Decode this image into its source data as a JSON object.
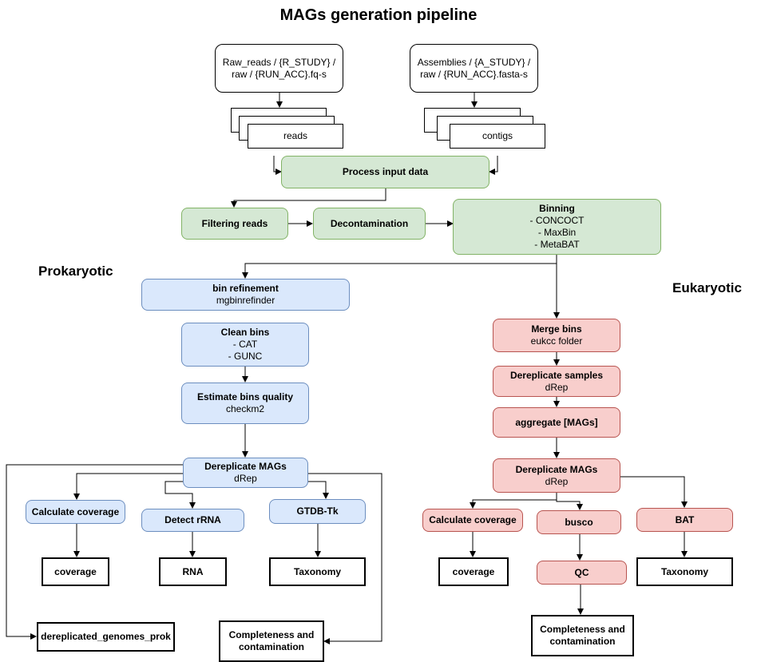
{
  "title": "MAGs generation pipeline",
  "sections": {
    "prokaryotic": "Prokaryotic",
    "eukaryotic": "Eukaryotic"
  },
  "inputs": {
    "raw_reads": "Raw_reads / {R_STUDY} / raw / {RUN_ACC}.fq-s",
    "assemblies": "Assemblies / {A_STUDY} / raw / {RUN_ACC}.fasta-s",
    "reads": "reads",
    "contigs": "contigs"
  },
  "common": {
    "process_input": "Process input data",
    "filtering": "Filtering reads",
    "decontamination": "Decontamination",
    "binning": {
      "title": "Binning",
      "lines": [
        "- CONCOCT",
        "- MaxBin",
        "- MetaBAT"
      ]
    }
  },
  "prok": {
    "bin_refinement": {
      "title": "bin refinement",
      "sub": "mgbinrefinder"
    },
    "clean_bins": {
      "title": "Clean bins",
      "lines": [
        "- CAT",
        "- GUNC"
      ]
    },
    "estimate_quality": {
      "title": "Estimate bins quality",
      "sub": "checkm2"
    },
    "dereplicate": {
      "title": "Dereplicate MAGs",
      "sub": "dRep"
    },
    "calc_coverage": "Calculate coverage",
    "detect_rrna": "Detect rRNA",
    "gtdbtk": "GTDB-Tk",
    "coverage": "coverage",
    "rna": "RNA",
    "taxonomy": "Taxonomy",
    "dereplicated_genomes": "dereplicated_genomes_prok",
    "completeness": "Completeness and contamination"
  },
  "euk": {
    "merge_bins": {
      "title": "Merge bins",
      "sub": "eukcc folder"
    },
    "dereplicate_samples": {
      "title": "Dereplicate samples",
      "sub": "dRep"
    },
    "aggregate": "aggregate [MAGs]",
    "dereplicate": {
      "title": "Dereplicate MAGs",
      "sub": "dRep"
    },
    "calc_coverage": "Calculate coverage",
    "busco": "busco",
    "bat": "BAT",
    "coverage": "coverage",
    "qc": "QC",
    "taxonomy": "Taxonomy",
    "completeness": "Completeness and contamination"
  },
  "colors": {
    "green_fill": "#d5e8d4",
    "green_stroke": "#82b366",
    "blue_fill": "#dae8fc",
    "blue_stroke": "#6c8ebf",
    "red_fill": "#f8cecc",
    "red_stroke": "#b85450"
  }
}
